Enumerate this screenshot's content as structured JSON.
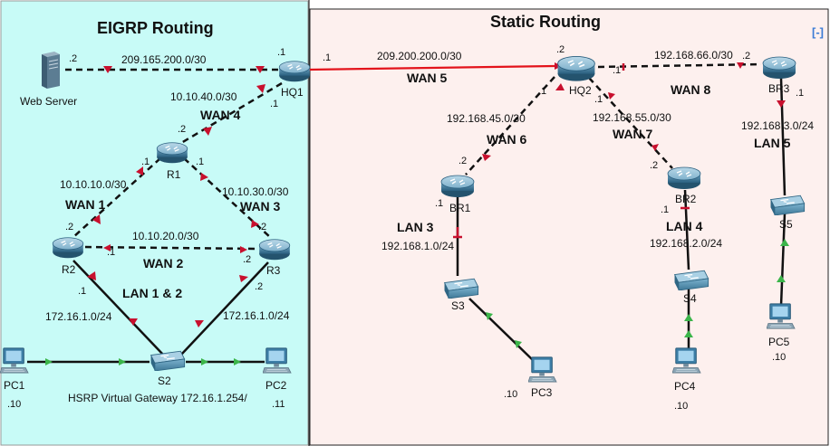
{
  "areas": {
    "eigrp_title": "EIGRP Routing",
    "static_title": "Static Routing"
  },
  "colors": {
    "eigrp_bg": "#c8fbf7",
    "static_bg": "#fdf0ee",
    "port_red": "#c8102e",
    "port_green": "#3bb54a",
    "router_blue": "#2c6d8f"
  },
  "devices": {
    "web_server": "Web Server",
    "hq1": "HQ1",
    "r1": "R1",
    "r2": "R2",
    "r3": "R3",
    "s2": "S2",
    "pc1": "PC1",
    "pc2": "PC2",
    "hq2": "HQ2",
    "br1": "BR1",
    "br2": "BR2",
    "br3": "BR3",
    "s3": "S3",
    "s4": "S4",
    "s5": "S5",
    "pc3": "PC3",
    "pc4": "PC4",
    "pc5": "PC5"
  },
  "networks": {
    "net_webserver": "209.165.200.0/30",
    "wan4_net": "10.10.40.0/30",
    "wan1_net": "10.10.10.0/30",
    "wan3_net": "10.10.30.0/30",
    "wan2_net": "10.10.20.0/30",
    "lan12_left": "172.16.1.0/24",
    "lan12_right": "172.16.1.0/24",
    "wan5_net": "209.200.200.0/30",
    "wan6_net": "192.168.45.0/30",
    "wan7_net": "192.168.55.0/30",
    "wan8_net": "192.168.66.0/30",
    "lan3_net": "192.168.1.0/24",
    "lan4_net": "192.168.2.0/24",
    "lan5_net": "192.168.3.0/24",
    "hsrp": "HSRP Virtual Gateway 172.16.1.254/"
  },
  "link_names": {
    "wan1": "WAN 1",
    "wan2": "WAN 2",
    "wan3": "WAN 3",
    "wan4": "WAN 4",
    "wan5": "WAN 5",
    "wan6": "WAN 6",
    "wan7": "WAN 7",
    "wan8": "WAN 8",
    "lan12": "LAN 1 & 2",
    "lan3": "LAN 3",
    "lan4": "LAN 4",
    "lan5": "LAN 5"
  },
  "host_addrs": {
    "ws": ".2",
    "hq1_ws": ".1",
    "hq1_wan5": ".1",
    "hq1_wan4": ".1",
    "r1_wan4": ".2",
    "r1_wan1": ".1",
    "r1_wan3": ".1",
    "r2_wan1": ".2",
    "r2_wan2": ".1",
    "r2_lan": ".1",
    "r3_wan3": ".2",
    "r3_wan2": ".2",
    "r3_lan": ".2",
    "hq2_wan5": ".2",
    "hq2_wan6": ".1",
    "hq2_wan8": ".1",
    "hq2_wan7": ".1",
    "br1_wan6": ".2",
    "br1_lan": ".1",
    "br2_wan7": ".2",
    "br2_lan": ".1",
    "br3_wan8": ".2",
    "br3_lan": ".1",
    "pc1": ".10",
    "pc2": ".11",
    "pc3": ".10",
    "pc4": ".10",
    "pc5": ".10"
  },
  "misc": {
    "corner_icon": "[-]"
  }
}
